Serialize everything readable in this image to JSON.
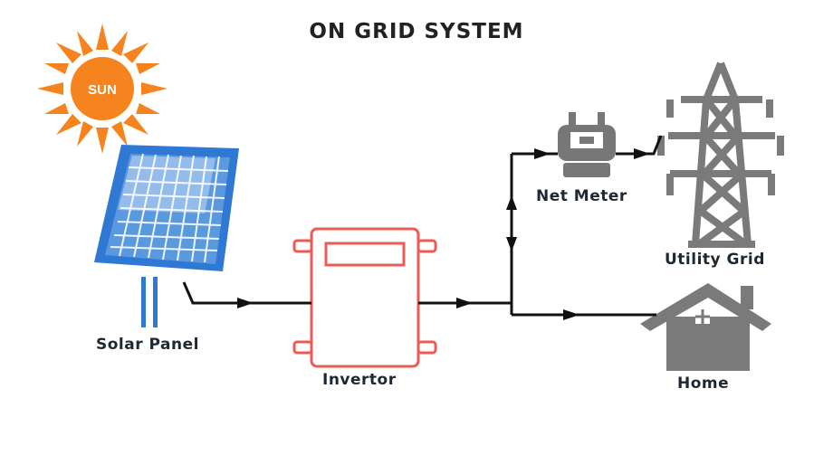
{
  "title": "ON GRID SYSTEM",
  "sun": {
    "label": "SUN",
    "color": "#f5841f"
  },
  "labels": {
    "solar_panel": "Solar Panel",
    "invertor": "Invertor",
    "net_meter": "Net Meter",
    "utility_grid": "Utility Grid",
    "home": "Home"
  },
  "colors": {
    "panel_blue": "#2f78d4",
    "invertor_red": "#ee5a55",
    "device_gray": "#777777",
    "line": "#111111"
  },
  "icons": [
    "sun-icon",
    "solar-panel-icon",
    "invertor-icon",
    "net-meter-icon",
    "transmission-tower-icon",
    "home-icon"
  ]
}
